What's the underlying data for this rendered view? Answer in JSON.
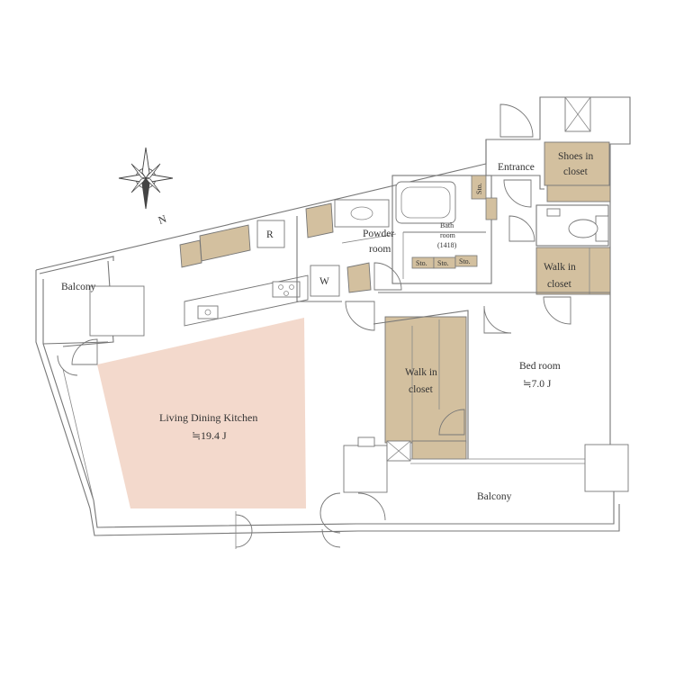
{
  "colors": {
    "ldk_floor": "#f3d9cc",
    "storage": "#d3c09f",
    "wall": "#777777",
    "text": "#333333"
  },
  "compass": {
    "label": "N"
  },
  "rooms": {
    "balcony_left": "Balcony",
    "entrance": "Entrance",
    "shoes_closet_1": "Shoes in",
    "shoes_closet_2": "closet",
    "bath_1": "Bath",
    "bath_2": "room",
    "bath_3": "(1418)",
    "powder_1": "Powder",
    "powder_2": "room",
    "sto_1": "Sto.",
    "sto_2": "Sto.",
    "sto_3": "Sto.",
    "sto_vertical": "Sto.",
    "refrigerator": "R",
    "washer": "W",
    "walkin_right_1": "Walk in",
    "walkin_right_2": "closet",
    "walkin_center_1": "Walk in",
    "walkin_center_2": "closet",
    "bedroom_1": "Bed room",
    "bedroom_2": "≒7.0 J",
    "ldk_1": "Living Dining Kitchen",
    "ldk_2": "≒19.4 J",
    "balcony_bottom": "Balcony"
  }
}
